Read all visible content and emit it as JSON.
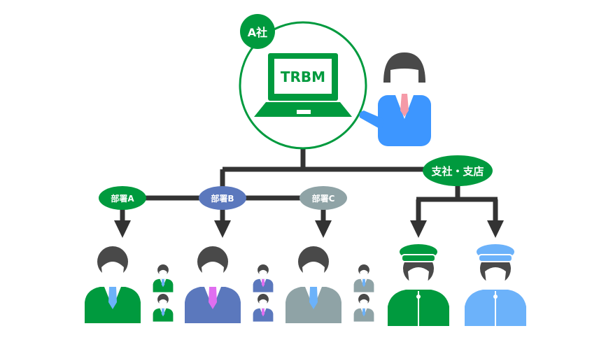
{
  "company": {
    "label": "A社",
    "system_label": "TRBM"
  },
  "colors": {
    "green": "#009a3e",
    "blue_purple": "#5b78bd",
    "gray": "#8fa3a6",
    "light_blue": "#6cb2fa",
    "admin_blue": "#3d96ff",
    "line": "#333333",
    "hair": "#494949",
    "tie_blue": "#6cb2fa",
    "tie_pink": "#e06ef0",
    "tie_red": "#f59aa8"
  },
  "departments": [
    {
      "label": "部署A",
      "color_key": "green"
    },
    {
      "label": "部署B",
      "color_key": "blue_purple"
    },
    {
      "label": "部署C",
      "color_key": "gray"
    }
  ],
  "branch": {
    "label": "支社・支店"
  }
}
